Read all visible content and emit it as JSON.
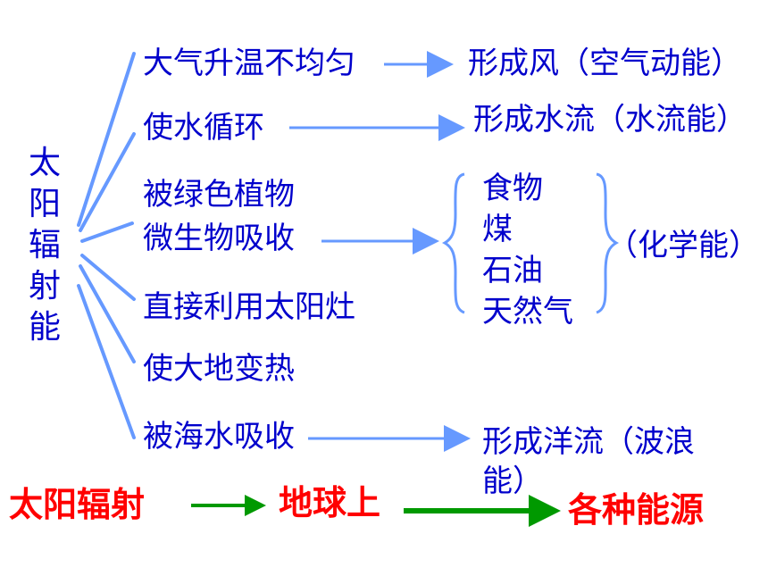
{
  "source_label_chars": [
    "太",
    "阳",
    "辐",
    "射",
    "能"
  ],
  "branches": {
    "b1": "大气升温不均匀",
    "b2": "使水循环",
    "b3a": "被绿色植物",
    "b3b": "微生物吸收",
    "b4": "直接利用太阳灶",
    "b5": "使大地变热",
    "b6": "被海水吸收"
  },
  "results": {
    "r1": "形成风（空气动能）",
    "r2": "形成水流（水流能）",
    "r3_items": [
      "食物",
      "煤",
      "石油",
      "天然气"
    ],
    "r3_label": "（化学能）",
    "r4a": "形成洋流（波浪",
    "r4b": "能）"
  },
  "bottom": {
    "t1": "太阳辐射",
    "t2": "地球上",
    "t3": "各种能源"
  },
  "colors": {
    "branch_text": "#0000cc",
    "bottom_text": "#ff0000",
    "lines": "#6699ff",
    "bottom_arrows": "#009900"
  }
}
